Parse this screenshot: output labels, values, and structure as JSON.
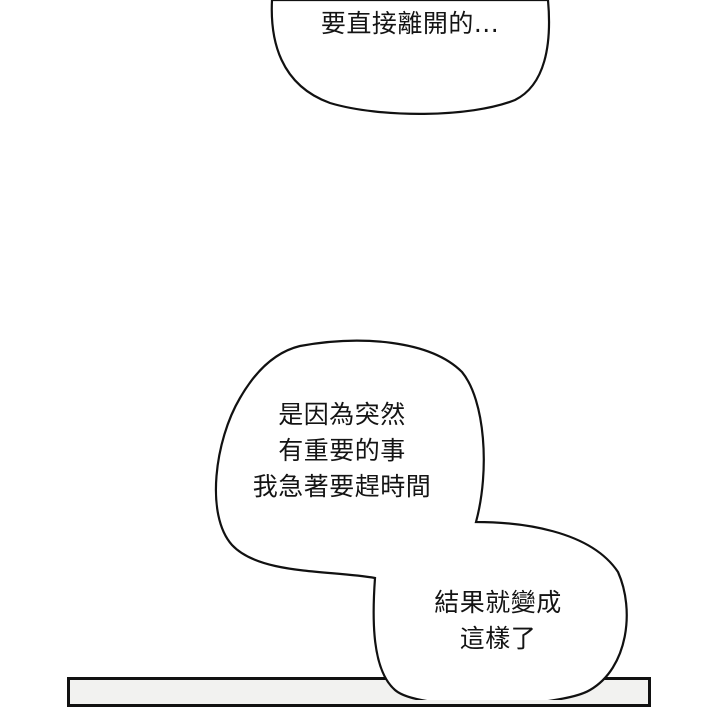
{
  "comic": {
    "bubble_top": {
      "text": "要直接離開的..."
    },
    "bubble_middle": {
      "lines": [
        "是因為突然",
        "有重要的事",
        "我急著要趕時間"
      ]
    },
    "bubble_bottom": {
      "lines": [
        "結果就變成",
        "這樣了"
      ]
    },
    "colors": {
      "background": "#ffffff",
      "outline": "#111111",
      "text": "#141414",
      "panel_fill": "#f2f2f0"
    }
  }
}
